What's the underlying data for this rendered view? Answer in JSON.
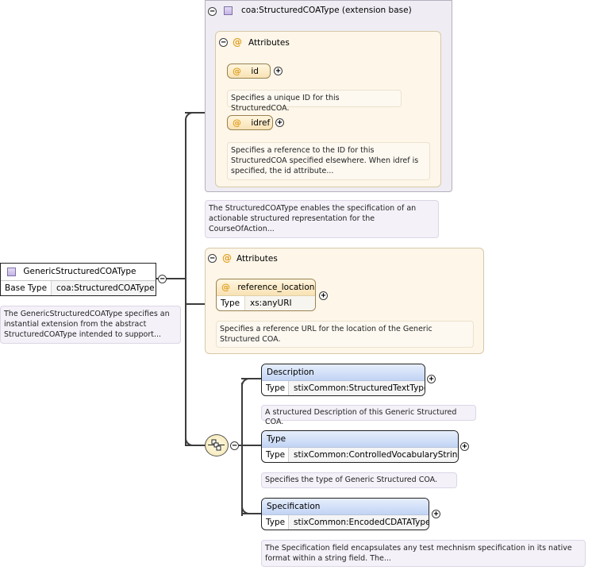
{
  "root": {
    "name": "GenericStructuredCOAType",
    "base_type_key": "Base Type",
    "base_type_value": "coa:StructuredCOAType",
    "doc": "The GenericStructuredCOAType specifies an instantial extension from the abstract StructuredCOAType intended to support..."
  },
  "base": {
    "title": "coa:StructuredCOAType (extension base)",
    "attributes_label": "Attributes",
    "id_name": "id",
    "id_doc": "Specifies a unique ID for this StructuredCOA.",
    "idref_name": "idref",
    "idref_doc": "Specifies a reference to the ID for this StructuredCOA specified elsewhere. When idref is specified, the id attribute...",
    "doc": "The StructuredCOAType enables the specification of an actionable structured representation for the CourseOfAction..."
  },
  "attrs2": {
    "label": "Attributes",
    "ref_name": "reference_location",
    "ref_type_key": "Type",
    "ref_type_value": "xs:anyURI",
    "ref_doc": "Specifies a reference URL for the location of the Generic Structured COA."
  },
  "sequence": {
    "elements": [
      {
        "name": "Description",
        "type_key": "Type",
        "type_value": "stixCommon:StructuredTextType",
        "doc": "A structured Description of this Generic Structured COA."
      },
      {
        "name": "Type",
        "type_key": "Type",
        "type_value": "stixCommon:ControlledVocabularyStrin ...",
        "doc": "Specifies the type of Generic Structured COA."
      },
      {
        "name": "Specification",
        "type_key": "Type",
        "type_value": "stixCommon:EncodedCDATAType",
        "doc": "The Specification field encapsulates any test mechnism specification in its native format within a string field. The..."
      }
    ]
  },
  "symbols": {
    "collapse": "−",
    "expand": "+",
    "attr": "@"
  }
}
